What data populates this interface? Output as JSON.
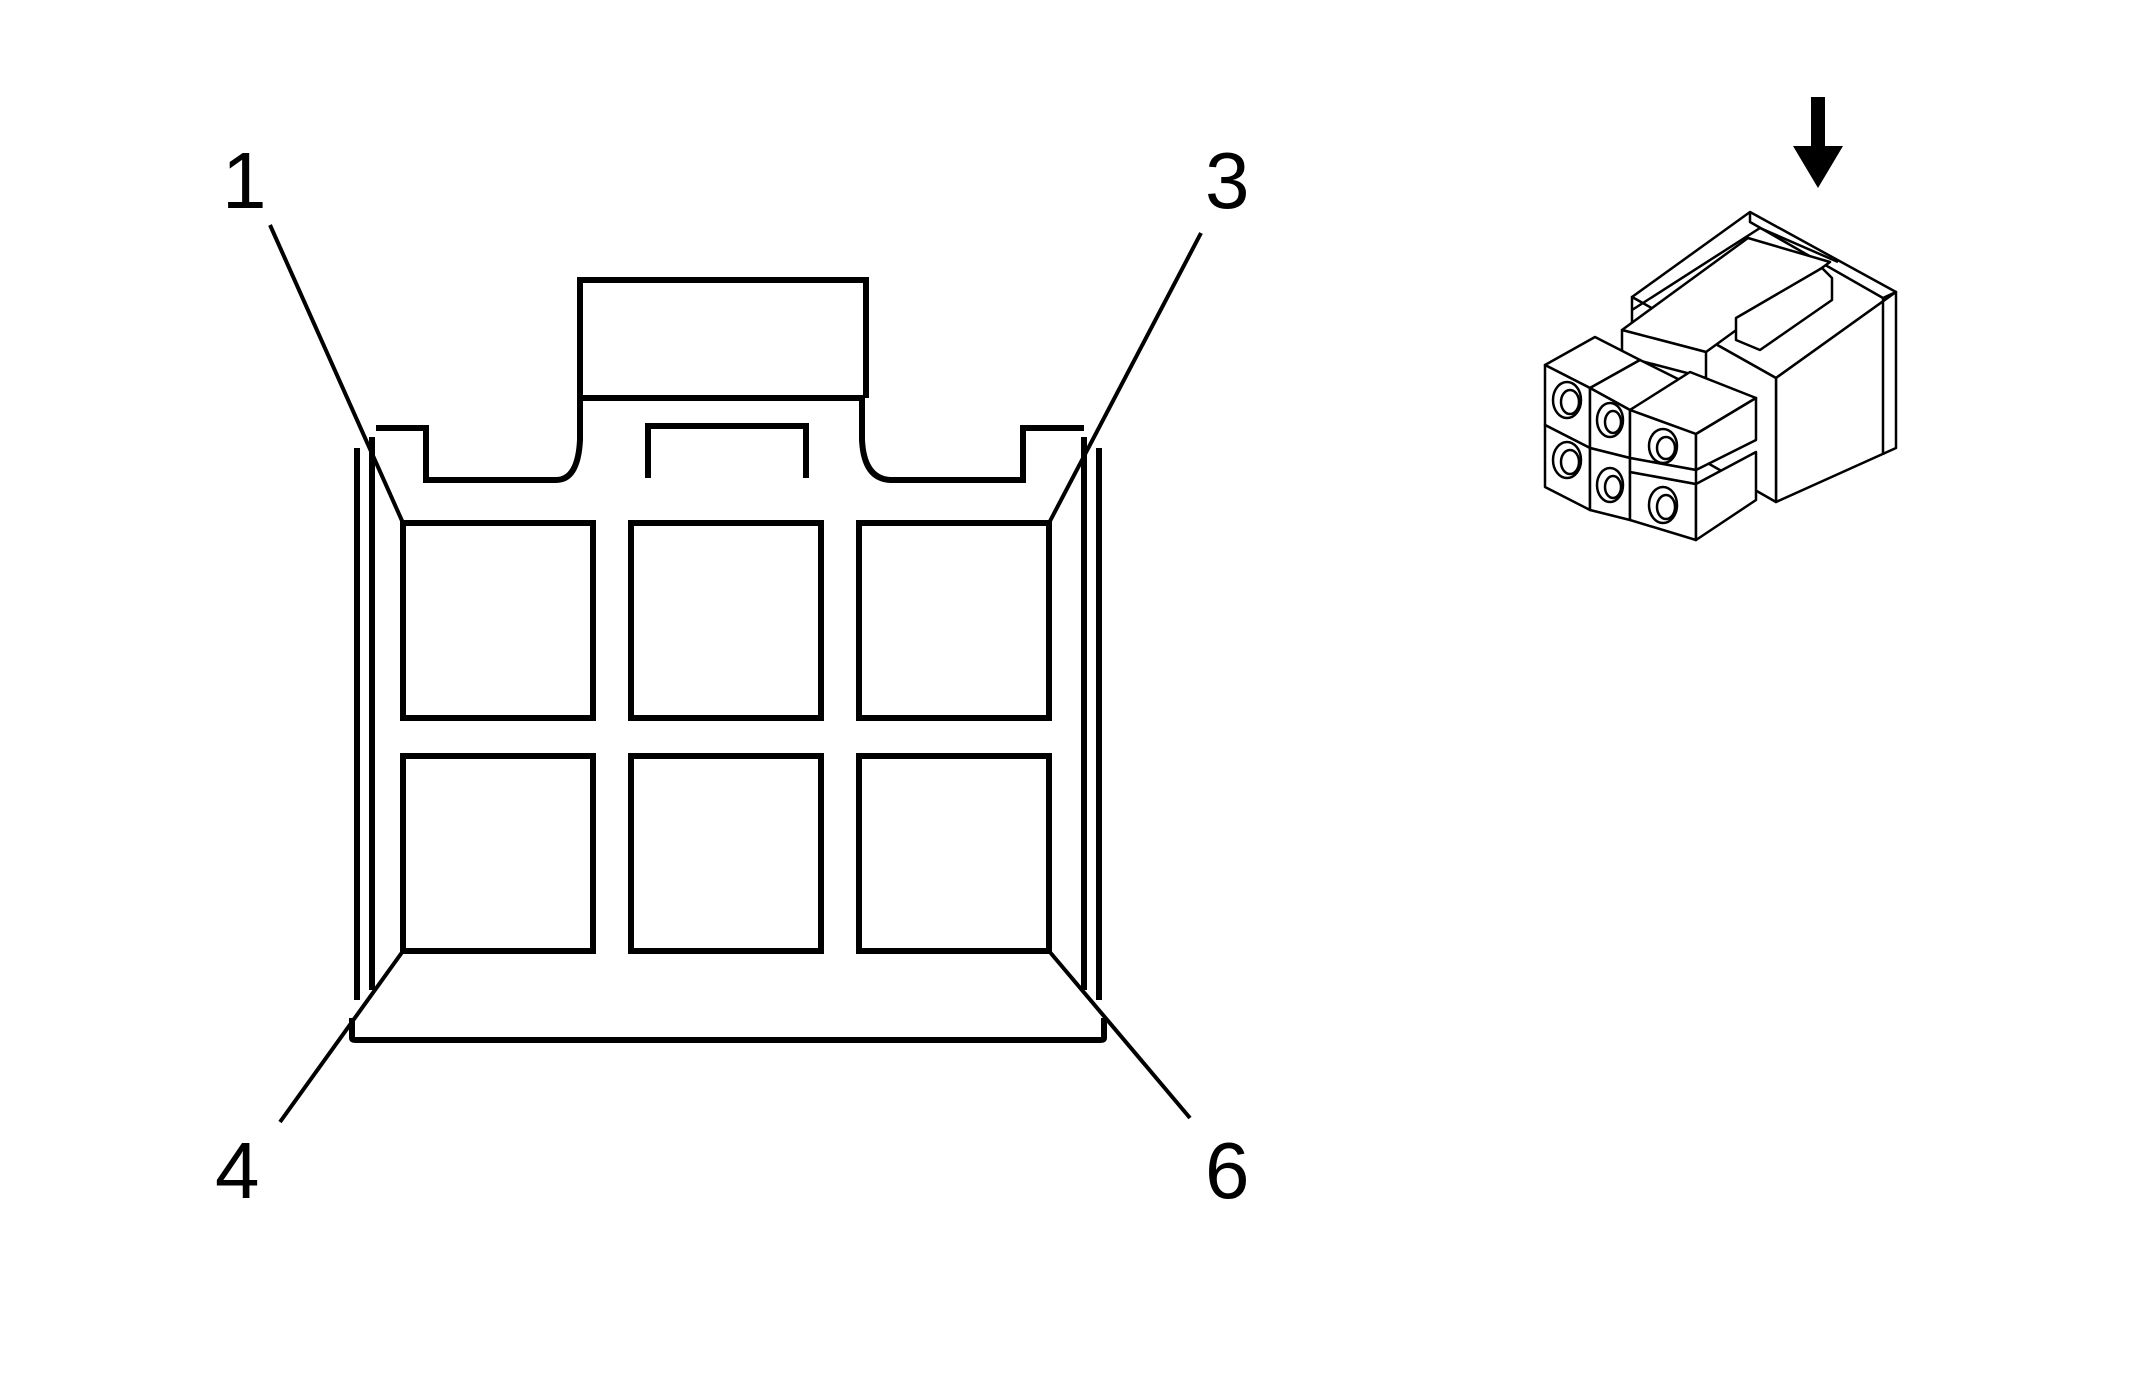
{
  "diagram": {
    "pin_labels": {
      "pin_1": "1",
      "pin_3": "3",
      "pin_4": "4",
      "pin_6": "6"
    },
    "colors": {
      "stroke": "#000000",
      "background": "#ffffff",
      "fill": "#ffffff"
    },
    "icons": {
      "arrow": "down-arrow-icon",
      "connector": "connector-3d-icon"
    }
  }
}
